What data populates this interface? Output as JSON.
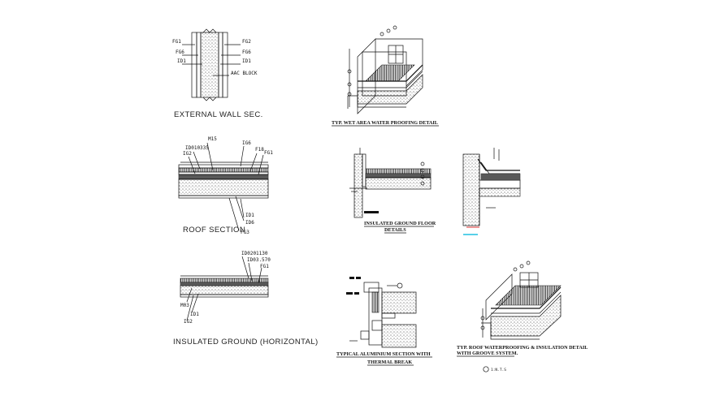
{
  "wall_section": {
    "title": "EXTERNAL WALL SEC.",
    "labels": [
      "FG1",
      "FG6",
      "ID1",
      "FG2",
      "FG6",
      "ID1",
      "AAC BLOCK"
    ]
  },
  "roof_section": {
    "title": "ROOF SECTION",
    "labels": [
      "M15",
      "ID010335",
      "IG2",
      "IG6",
      "F18",
      "FG1",
      "ID1",
      "ID6",
      "FG3"
    ]
  },
  "insulated_ground": {
    "title": "INSULATED GROUND (HORIZONTAL)",
    "labels": [
      "ID0201130",
      "ID03.570",
      "FG1",
      "M03",
      "ID1",
      "IG2"
    ]
  },
  "wet_area": {
    "title": "TYP. WET AREA  WATER PROOFING DETAIL"
  },
  "ground_floor": {
    "title_line1": "INSULATED GROUND FLOOR",
    "title_line2": "DETAILS"
  },
  "aluminium": {
    "title_line1": "TYPICAL ALUMINIUM SECTION WITH",
    "title_line2": "THERMAL BREAK"
  },
  "roof_waterproofing": {
    "title_line1": "TYP. ROOF WATERPROOFING & INSULATION DETAIL",
    "title_line2": "WITH GROOVE SYSTEM.",
    "note": "1:N.T.S"
  },
  "colors": {
    "line": "#111111",
    "accent_red": "#e03030",
    "accent_cyan": "#20c0e0"
  }
}
